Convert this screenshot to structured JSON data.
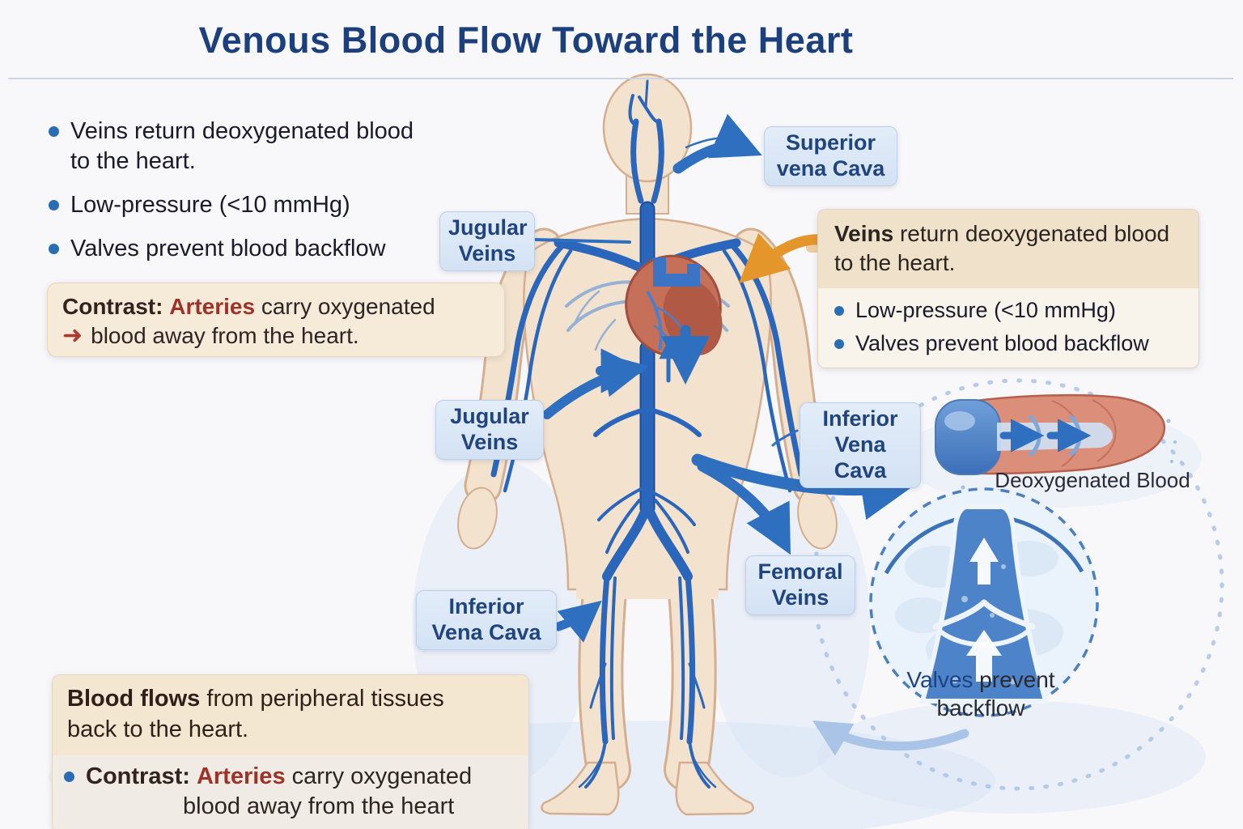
{
  "title": "Venous Blood Flow Toward the Heart",
  "left_panel": {
    "bullet1_line1": "Veins return deoxygenated blood",
    "bullet1_line2": "to the heart.",
    "bullet2": "Low-pressure (<10 mmHg)",
    "bullet3": "Valves prevent blood backflow"
  },
  "contrast_box": {
    "label": "Contrast:",
    "term": "Arteries",
    "text1": " carry oxygenated",
    "text2": "blood away from the heart."
  },
  "labels": {
    "jugular_upper": "Jugular\nVeins",
    "superior_vena_cava": "Superior\nvena Cava",
    "jugular_lower": "Jugular\nVeins",
    "inferior_vena_cava_right": "Inferior\nVena Cava",
    "femoral_veins": "Femoral\nVeins",
    "inferior_vena_cava_left": "Inferior\nVena Cava"
  },
  "right_info_box": {
    "heading_term": "Veins",
    "heading_rest": " return deoxygenated blood",
    "heading_line2": "to the heart.",
    "bullet1": "Low-pressure (<10 mmHg)",
    "bullet2": "Valves prevent blood backflow"
  },
  "vein_section": {
    "caption": "Deoxygenated Blood"
  },
  "valve_inset": {
    "term": "Valves",
    "rest": " prevent",
    "line2": "backflow"
  },
  "bottom_box": {
    "heading_bold": "Blood flows",
    "heading_rest": " from peripheral tissues",
    "heading_line2": "back to the heart.",
    "bullet_label": "Contrast:",
    "bullet_term": "Arteries",
    "bullet_text1": " carry oxygenated",
    "bullet_text2": "blood away from the heart"
  },
  "icons": {
    "red_arrow": "➜"
  },
  "colors": {
    "title_navy": "#1c3f7e",
    "text_dark": "#23212f",
    "bullet_blue": "#2a6db5",
    "vein_blue": "#2e6fc0",
    "accent_red": "#9e3228",
    "orange": "#e5962b",
    "label_bg": "#d9e6f6",
    "tan_bg": "#f5e9d5",
    "skin": "#f3e2cd"
  }
}
